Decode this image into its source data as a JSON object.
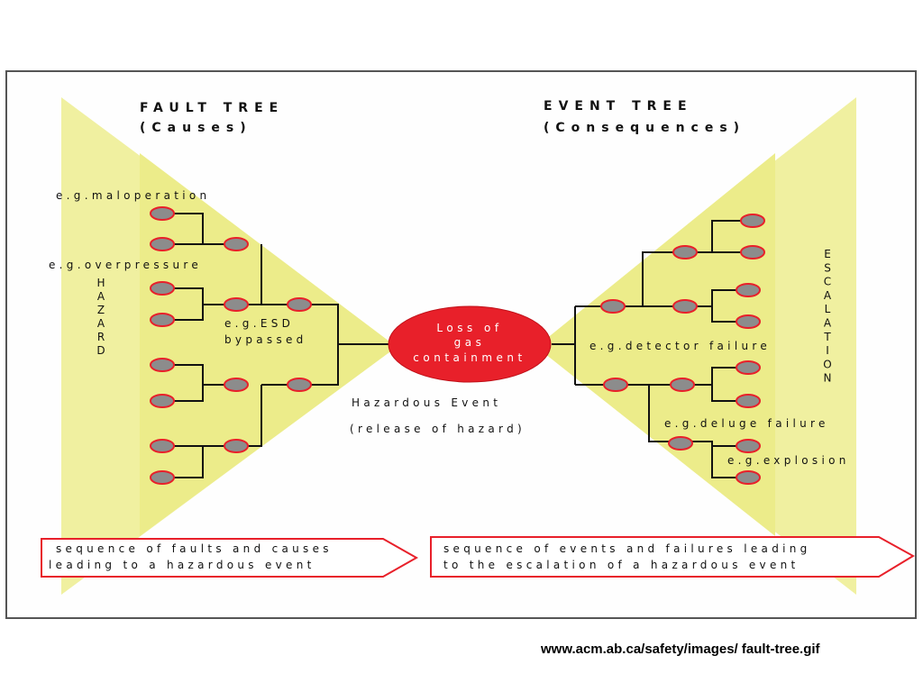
{
  "fault_tree": {
    "title": "FAULT TREE",
    "subtitle": "(Causes)"
  },
  "event_tree": {
    "title": "EVENT TREE",
    "subtitle": "(Consequences)"
  },
  "labels": {
    "maloperation": "e.g.maloperation",
    "overpressure": "e.g.overpressure",
    "esd_line1": "e.g.ESD",
    "esd_line2": "bypassed",
    "detector": "e.g.detector failure",
    "deluge": "e.g.deluge failure",
    "explosion": "e.g.explosion"
  },
  "hazard_vertical": "HAZARD",
  "escalation_vertical": "ESCALATION",
  "central_event": {
    "line1": "Loss of",
    "line2": "gas",
    "line3": "containment"
  },
  "hazardous_event": {
    "line1": "Hazardous Event",
    "line2": "(release of hazard)"
  },
  "left_arrow": {
    "line1": "sequence of faults and causes",
    "line2": "leading to a hazardous event"
  },
  "right_arrow": {
    "line1": "sequence of events and failures leading",
    "line2": "to the escalation of a hazardous event"
  },
  "colors": {
    "fan": "#f0f0a0",
    "node_fill": "#8c8c8c",
    "node_border": "#e8202a",
    "event_fill": "#e8202a",
    "arrow_border": "#e8202a"
  },
  "caption": "www.acm.ab.ca/safety/images/ fault-tree.gif"
}
